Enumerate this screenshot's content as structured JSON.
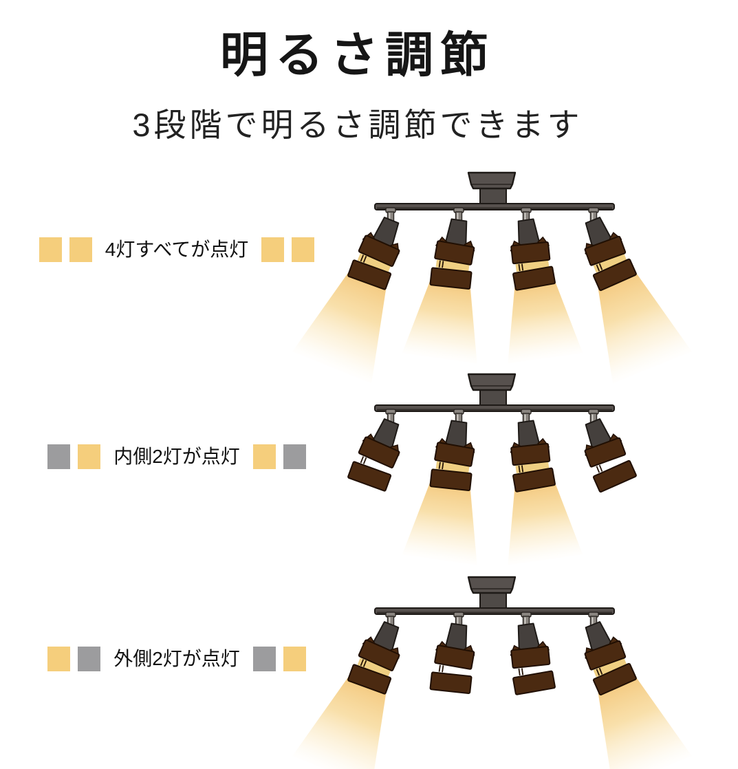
{
  "page": {
    "title": "明るさ調節",
    "subtitle": "3段階で明るさ調節できます"
  },
  "colors": {
    "indicator_on": "#F5CE7C",
    "indicator_off": "#9C9C9E",
    "beam_top": "#F3C678",
    "beam_mid": "#F7D896",
    "beam_soft": "#FBEAC4",
    "beam_end": "#FDF4E0",
    "shade_brown": "#4B2A11",
    "shade_outline": "#200F03",
    "stripe_on": "#EFCF82",
    "stripe_off": "#FFFFFF",
    "metal_gray": "#57514E",
    "metal_dark_edge": "#332E2B",
    "arm_gray": "#45403D",
    "stem_gray": "#8A8580",
    "outline_dark": "#1E1A17",
    "title_color": "#161616",
    "label_color": "#111111"
  },
  "modes": [
    {
      "label": "4灯すべてが点灯",
      "indicators_left": [
        "on",
        "on"
      ],
      "indicators_right": [
        "on",
        "on"
      ],
      "lamps_on": [
        true,
        true,
        true,
        true
      ]
    },
    {
      "label": "内側2灯が点灯",
      "indicators_left": [
        "off",
        "on"
      ],
      "indicators_right": [
        "on",
        "off"
      ],
      "lamps_on": [
        false,
        true,
        true,
        false
      ]
    },
    {
      "label": "外側2灯が点灯",
      "indicators_left": [
        "on",
        "off"
      ],
      "indicators_right": [
        "off",
        "on"
      ],
      "lamps_on": [
        true,
        false,
        false,
        true
      ]
    }
  ]
}
